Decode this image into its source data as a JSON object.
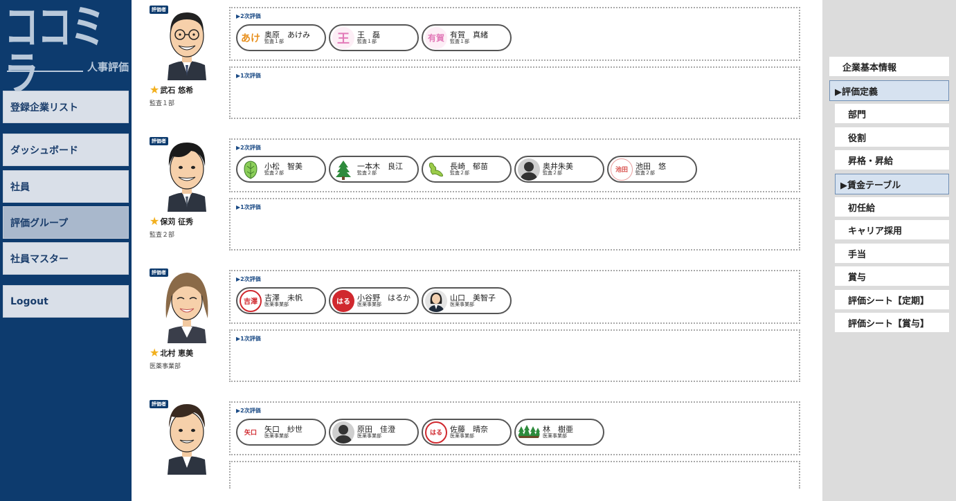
{
  "app": {
    "logo_text": "ココミラ",
    "logo_sub": "人事評価"
  },
  "sidebar": {
    "items": [
      {
        "label": "登録企業リスト"
      },
      {
        "label": "ダッシュボード"
      },
      {
        "label": "社員"
      },
      {
        "label": "評価グループ",
        "active": true
      },
      {
        "label": "社員マスター"
      },
      {
        "label": "Logout"
      }
    ]
  },
  "main": {
    "evaluator_tag": "評価者",
    "second_label": "▶2次評価",
    "first_label": "▶1次評価",
    "groups": [
      {
        "evaluator": {
          "name": "武石 悠希",
          "dept": "監査１部",
          "avatar": "glasses-man-icon"
        },
        "second": [
          {
            "name": "奥原　あけみ",
            "dept": "監査１部",
            "icon": "hanko-ake-icon",
            "icon_text": "あけ",
            "color": "#e8901e"
          },
          {
            "name": "王　磊",
            "dept": "監査１部",
            "icon": "hanko-ou-icon",
            "icon_text": "王",
            "color": "#e27ab8"
          },
          {
            "name": "有賀　真緒",
            "dept": "監査１部",
            "icon": "hanko-ariga-icon",
            "icon_text": "有賀",
            "color": "#e27ab8"
          }
        ],
        "first": []
      },
      {
        "evaluator": {
          "name": "保苅 征秀",
          "dept": "監査２部",
          "avatar": "man-icon"
        },
        "second": [
          {
            "name": "小松　智美",
            "dept": "監査２部",
            "icon": "vegetable-icon",
            "icon_text": "",
            "color": "#5aa040"
          },
          {
            "name": "一本木　良江",
            "dept": "監査２部",
            "icon": "tree-icon",
            "icon_text": "",
            "color": "#2e8b3c"
          },
          {
            "name": "長崎　郁苗",
            "dept": "監査２部",
            "icon": "map-icon",
            "icon_text": "",
            "color": "#8cbd3c"
          },
          {
            "name": "奥井朱美",
            "dept": "監査２部",
            "icon": "silhouette-icon",
            "icon_text": "",
            "color": "#333333"
          },
          {
            "name": "池田　悠",
            "dept": "監査２部",
            "icon": "hanko-ikeda-icon",
            "icon_text": "池田",
            "color": "#d9534f"
          }
        ],
        "first": []
      },
      {
        "evaluator": {
          "name": "北村 恵美",
          "dept": "医薬事業部",
          "avatar": "woman-icon"
        },
        "second": [
          {
            "name": "吉澤　未帆",
            "dept": "医薬事業部",
            "icon": "hanko-yoshizawa-icon",
            "icon_text": "吉澤",
            "color": "#d0282e"
          },
          {
            "name": "小谷野　はるか",
            "dept": "医薬事業部",
            "icon": "hanko-haruka-icon",
            "icon_text": "はる",
            "color": "#d0282e"
          },
          {
            "name": "山口　美智子",
            "dept": "医薬事業部",
            "icon": "photo-woman-icon",
            "icon_text": "",
            "color": "#333333"
          }
        ],
        "first": []
      },
      {
        "evaluator": {
          "name": "",
          "dept": "",
          "avatar": "young-man-icon"
        },
        "second": [
          {
            "name": "矢口　紗世",
            "dept": "医薬事業部",
            "icon": "hanko-yaguchi-icon",
            "icon_text": "矢口",
            "color": "#d0282e"
          },
          {
            "name": "原田　佳澄",
            "dept": "医薬事業部",
            "icon": "silhouette-icon",
            "icon_text": "",
            "color": "#333333"
          },
          {
            "name": "佐藤　晴奈",
            "dept": "医薬事業部",
            "icon": "hanko-haruna-icon",
            "icon_text": "はる",
            "color": "#d0282e"
          },
          {
            "name": "林　樹亜",
            "dept": "医薬事業部",
            "icon": "forest-icon",
            "icon_text": "",
            "color": "#2e8b3c"
          }
        ],
        "first": []
      }
    ]
  },
  "right_menu": {
    "items": [
      {
        "label": "企業基本情報",
        "level": "top"
      },
      {
        "label": "▶評価定義",
        "level": "top",
        "highlight": true
      },
      {
        "label": "部門",
        "level": "sub"
      },
      {
        "label": "役割",
        "level": "sub"
      },
      {
        "label": "昇格・昇給",
        "level": "sub"
      },
      {
        "label": "▶賃金テーブル",
        "level": "sub",
        "highlight": true
      },
      {
        "label": "初任給",
        "level": "sub"
      },
      {
        "label": "キャリア採用",
        "level": "sub"
      },
      {
        "label": "手当",
        "level": "sub"
      },
      {
        "label": "賞与",
        "level": "sub"
      },
      {
        "label": "評価シート【定期】",
        "level": "sub"
      },
      {
        "label": "評価シート【賞与】",
        "level": "sub"
      }
    ]
  },
  "colors": {
    "sidebar_bg": "#0d3b6e",
    "sidebar_btn": "#d9dfe8",
    "sidebar_btn_active": "#a9b8cc",
    "accent_label": "#1a4a85",
    "star": "#f2b01e",
    "right_bg": "#dcdcdc",
    "right_highlight": "#d6e2f0"
  }
}
